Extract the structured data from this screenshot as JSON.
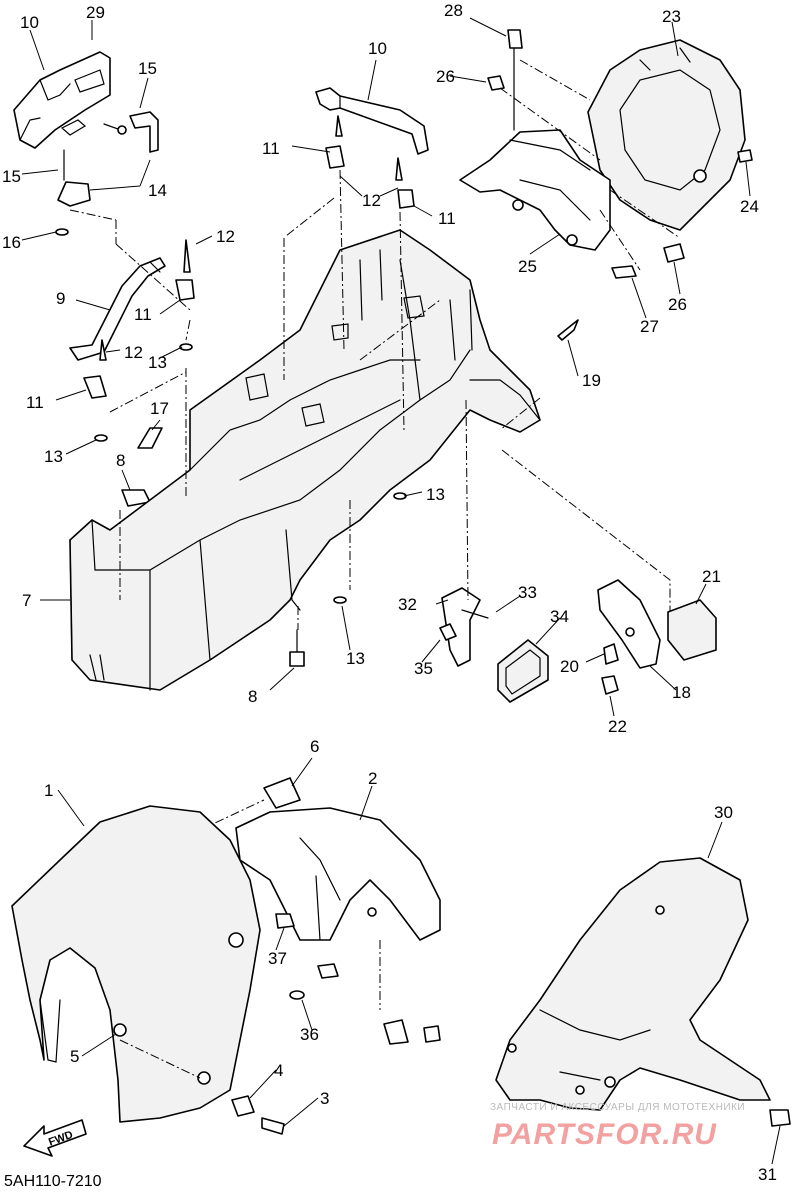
{
  "diagram": {
    "labels": [
      "1",
      "2",
      "3",
      "4",
      "5",
      "6",
      "7",
      "8",
      "8",
      "9",
      "10",
      "10",
      "11",
      "11",
      "11",
      "11",
      "12",
      "12",
      "12",
      "13",
      "13",
      "13",
      "13",
      "14",
      "15",
      "15",
      "16",
      "17",
      "18",
      "19",
      "20",
      "21",
      "22",
      "23",
      "24",
      "25",
      "26",
      "26",
      "27",
      "28",
      "29",
      "30",
      "31",
      "32",
      "33",
      "34",
      "35",
      "36",
      "37"
    ],
    "footer_code": "5AH110-7210",
    "fwd_label": "FWD",
    "watermark_small": "ЗАПЧАСТИ И АКСЕССУАРЫ ДЛЯ МОТОТЕХНИКИ",
    "watermark_big": "PARTSFOR.RU"
  }
}
